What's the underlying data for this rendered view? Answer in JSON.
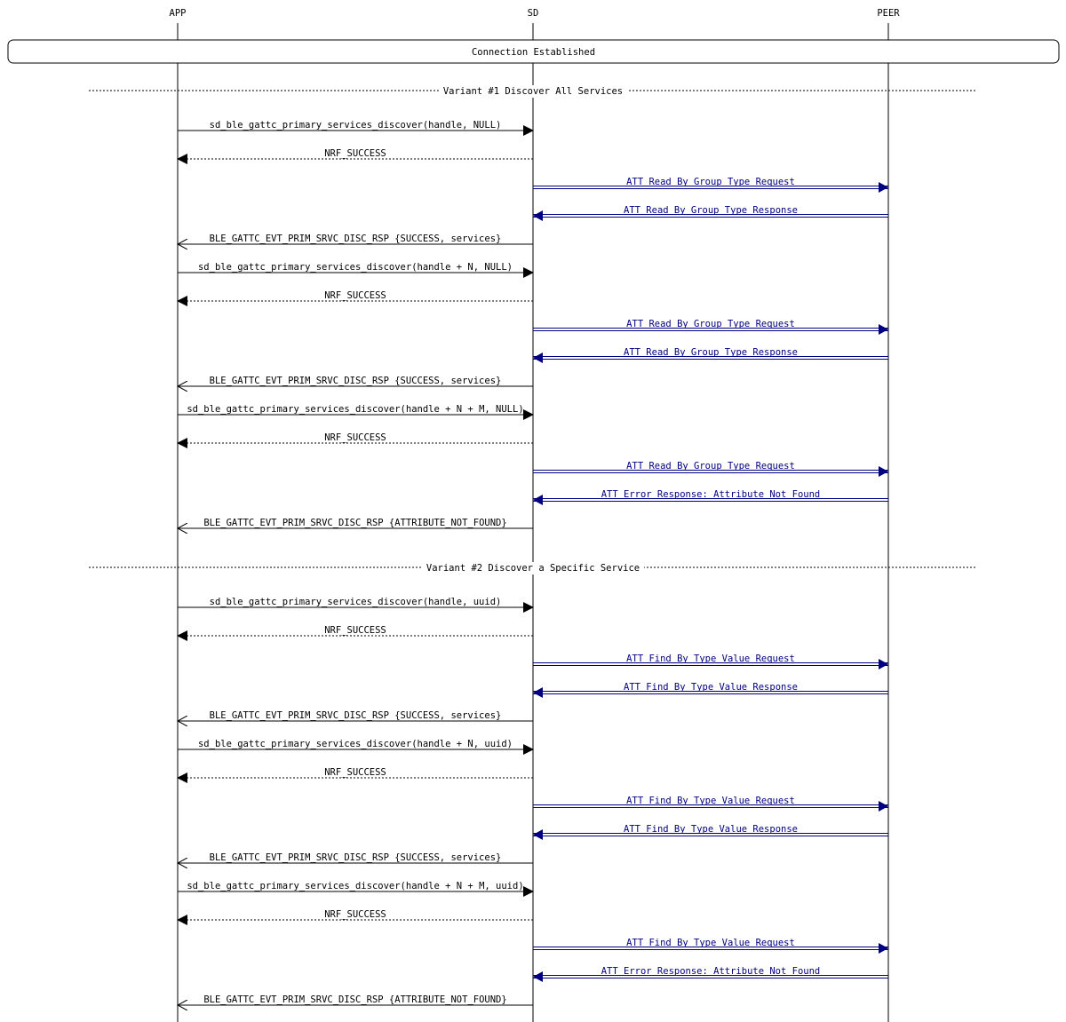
{
  "participants": [
    {
      "id": "app",
      "label": "APP"
    },
    {
      "id": "sd",
      "label": "SD"
    },
    {
      "id": "peer",
      "label": "PEER"
    }
  ],
  "state_box": {
    "label": "Connection Established"
  },
  "colors": {
    "app_link": "#000000",
    "peer_link": "#000080",
    "lifeline": "#000000",
    "separator": "#000000"
  },
  "sections": [
    {
      "title": "Variant #1 Discover All Services",
      "messages": [
        {
          "from": "app",
          "to": "sd",
          "label": "sd_ble_gattc_primary_services_discover(handle, NULL)",
          "style": "call"
        },
        {
          "from": "sd",
          "to": "app",
          "label": "NRF_SUCCESS",
          "style": "return"
        },
        {
          "from": "sd",
          "to": "peer",
          "label": "ATT Read By Group Type Request",
          "style": "air"
        },
        {
          "from": "peer",
          "to": "sd",
          "label": "ATT Read By Group Type Response",
          "style": "air"
        },
        {
          "from": "sd",
          "to": "app",
          "label": "BLE_GATTC_EVT_PRIM_SRVC_DISC_RSP {SUCCESS, services}",
          "style": "event"
        },
        {
          "from": "app",
          "to": "sd",
          "label": "sd_ble_gattc_primary_services_discover(handle + N, NULL)",
          "style": "call"
        },
        {
          "from": "sd",
          "to": "app",
          "label": "NRF_SUCCESS",
          "style": "return"
        },
        {
          "from": "sd",
          "to": "peer",
          "label": "ATT Read By Group Type Request",
          "style": "air"
        },
        {
          "from": "peer",
          "to": "sd",
          "label": "ATT Read By Group Type Response",
          "style": "air"
        },
        {
          "from": "sd",
          "to": "app",
          "label": "BLE_GATTC_EVT_PRIM_SRVC_DISC_RSP {SUCCESS, services}",
          "style": "event"
        },
        {
          "from": "app",
          "to": "sd",
          "label": "sd_ble_gattc_primary_services_discover(handle + N + M, NULL)",
          "style": "call"
        },
        {
          "from": "sd",
          "to": "app",
          "label": "NRF_SUCCESS",
          "style": "return"
        },
        {
          "from": "sd",
          "to": "peer",
          "label": "ATT Read By Group Type Request",
          "style": "air"
        },
        {
          "from": "peer",
          "to": "sd",
          "label": "ATT Error Response: Attribute Not Found",
          "style": "air"
        },
        {
          "from": "sd",
          "to": "app",
          "label": "BLE_GATTC_EVT_PRIM_SRVC_DISC_RSP {ATTRIBUTE_NOT_FOUND}",
          "style": "event"
        }
      ]
    },
    {
      "title": "Variant #2 Discover a Specific Service",
      "messages": [
        {
          "from": "app",
          "to": "sd",
          "label": "sd_ble_gattc_primary_services_discover(handle, uuid)",
          "style": "call"
        },
        {
          "from": "sd",
          "to": "app",
          "label": "NRF_SUCCESS",
          "style": "return"
        },
        {
          "from": "sd",
          "to": "peer",
          "label": "ATT Find By Type Value Request",
          "style": "air"
        },
        {
          "from": "peer",
          "to": "sd",
          "label": "ATT Find By Type Value Response",
          "style": "air"
        },
        {
          "from": "sd",
          "to": "app",
          "label": "BLE_GATTC_EVT_PRIM_SRVC_DISC_RSP {SUCCESS, services}",
          "style": "event"
        },
        {
          "from": "app",
          "to": "sd",
          "label": "sd_ble_gattc_primary_services_discover(handle + N, uuid)",
          "style": "call"
        },
        {
          "from": "sd",
          "to": "app",
          "label": "NRF_SUCCESS",
          "style": "return"
        },
        {
          "from": "sd",
          "to": "peer",
          "label": "ATT Find By Type Value Request",
          "style": "air"
        },
        {
          "from": "peer",
          "to": "sd",
          "label": "ATT Find By Type Value Response",
          "style": "air"
        },
        {
          "from": "sd",
          "to": "app",
          "label": "BLE_GATTC_EVT_PRIM_SRVC_DISC_RSP {SUCCESS, services}",
          "style": "event"
        },
        {
          "from": "app",
          "to": "sd",
          "label": "sd_ble_gattc_primary_services_discover(handle + N + M, uuid)",
          "style": "call"
        },
        {
          "from": "sd",
          "to": "app",
          "label": "NRF_SUCCESS",
          "style": "return"
        },
        {
          "from": "sd",
          "to": "peer",
          "label": "ATT Find By Type Value Request",
          "style": "air"
        },
        {
          "from": "peer",
          "to": "sd",
          "label": "ATT Error Response: Attribute Not Found",
          "style": "air"
        },
        {
          "from": "sd",
          "to": "app",
          "label": "BLE_GATTC_EVT_PRIM_SRVC_DISC_RSP {ATTRIBUTE_NOT_FOUND}",
          "style": "event"
        }
      ]
    }
  ]
}
